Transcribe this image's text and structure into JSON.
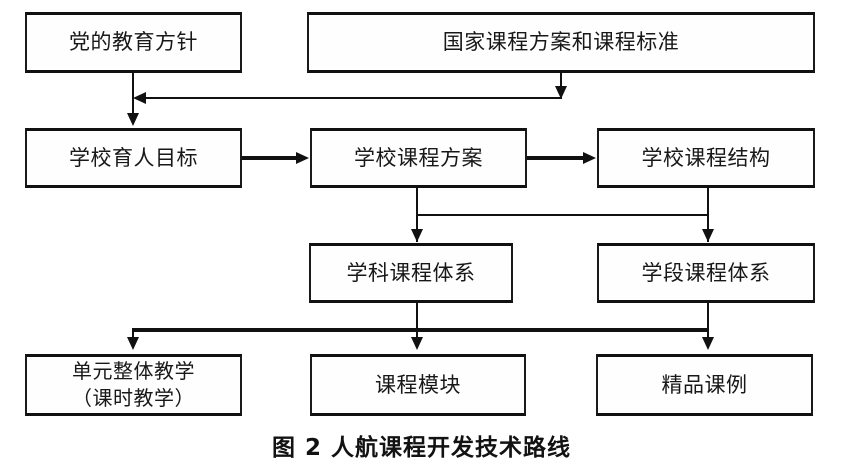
{
  "figure": {
    "caption": "图 2 人航课程开发技术路线",
    "background_color": "#ffffff",
    "line_color": "#111111",
    "box_fill_color": "#fefefe"
  },
  "nodes": {
    "party_policy": "党的教育方针",
    "national_curriculum": "国家课程方案和课程标准",
    "school_goal": "学校育人目标",
    "school_plan": "学校课程方案",
    "school_structure": "学校课程结构",
    "subject_system": "学科课程体系",
    "stage_system": "学段课程体系",
    "unit_teaching": "单元整体教学\n（课时教学）",
    "course_module": "课程模块",
    "quality_case": "精品课例"
  },
  "rows": {
    "row1": [
      "党的教育方针",
      "国家课程方案和课程标准"
    ],
    "row2": [
      "学校育人目标",
      "学校课程方案",
      "学校课程结构"
    ],
    "row3": [
      "学科课程体系",
      "学段课程体系"
    ],
    "row4": [
      "单元整体教学（课时教学）",
      "课程模块",
      "精品课例"
    ]
  },
  "edges": [
    {
      "from": "国家课程方案和课程标准",
      "to": "学校育人目标",
      "style": "elbow-left-arrow"
    },
    {
      "from": "党的教育方针",
      "to": "学校育人目标",
      "style": "straight-down-arrow"
    },
    {
      "from": "学校育人目标",
      "to": "学校课程方案",
      "style": "straight-right-arrow"
    },
    {
      "from": "学校课程方案",
      "to": "学校课程结构",
      "style": "straight-right-arrow"
    },
    {
      "from": "学校课程方案",
      "to": "学科课程体系",
      "style": "straight-down-arrow"
    },
    {
      "from": "学校课程结构",
      "to": "学段课程体系",
      "style": "straight-down-arrow"
    },
    {
      "from": "学科课程体系",
      "to": "单元整体教学（课时教学）",
      "style": "bus-down-arrow"
    },
    {
      "from": "学科课程体系",
      "to": "课程模块",
      "style": "bus-down-arrow"
    },
    {
      "from": "学段课程体系",
      "to": "精品课例",
      "style": "bus-down-arrow"
    }
  ]
}
